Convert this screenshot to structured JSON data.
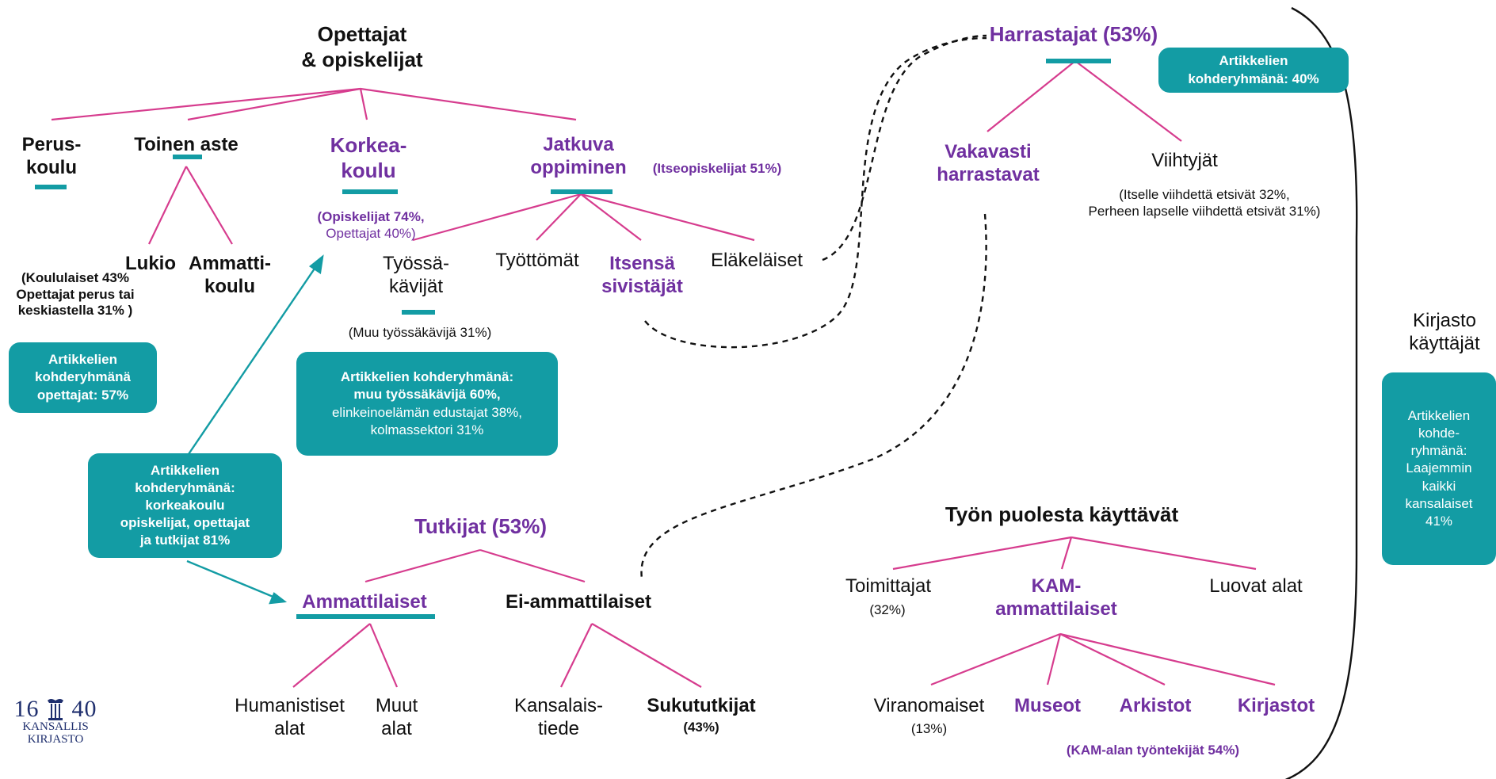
{
  "colors": {
    "line": "#d63c8e",
    "accent": "#139ca4",
    "purple": "#7030a0",
    "text": "#111111",
    "dash": "#111111"
  },
  "teachers": {
    "title": [
      "Opettajat",
      "& opiskelijat"
    ],
    "peruskoulu": [
      "Perus-",
      "koulu"
    ],
    "toinen_aste": "Toinen aste",
    "lukio": "Lukio",
    "ammattikoulu": [
      "Ammatti-",
      "koulu"
    ],
    "school_stats": [
      "(Koululaiset 43%",
      "Opettajat perus tai",
      "keskiastella 31% )"
    ],
    "korkeakoulu": [
      "Korkea-",
      "koulu"
    ],
    "korkeakoulu_stats": [
      "(Opiskelijat 74%,",
      "Opettajat 40%)"
    ],
    "jatkuva": [
      "Jatkuva",
      "oppiminen"
    ],
    "itseopiskelijat": "(Itseopiskelijat 51%)",
    "tyossakavijat": [
      "Työssä-",
      "kävijät"
    ],
    "tyottomat": "Työttömät",
    "itsensa": [
      "Itsensä",
      "sivistäjät"
    ],
    "elakelaiset": "Eläkeläiset",
    "muu_tyossakavija": "(Muu työssäkävijä 31%)"
  },
  "boxes": {
    "opettajat": [
      "Artikkelien",
      "kohderyhmänä",
      "opettajat: 57%"
    ],
    "tyossakavijat": [
      "Artikkelien kohderyhmänä:",
      "muu työssäkävijä 60%,",
      "elinkeinoelämän edustajat 38%,",
      "kolmassektori 31%"
    ],
    "korkeakoulu": [
      "Artikkelien",
      "kohderyhmänä:",
      "korkeakoulu",
      "opiskelijat, opettajat",
      "ja tutkijat 81%"
    ],
    "harrastajat": [
      "Artikkelien",
      "kohderyhmänä: 40%"
    ],
    "kirjasto": [
      "Artikkelien",
      "kohde-",
      "ryhmänä:",
      "Laajemmin",
      "kaikki",
      "kansalaiset",
      "41%"
    ]
  },
  "hobbyists": {
    "title": "Harrastajat (53%)",
    "vakavasti": [
      "Vakavasti",
      "harrastavat"
    ],
    "viihtyjat": "Viihtyjät",
    "viihtyjat_stats": [
      "(Itselle viihdettä etsivät 32%,",
      "Perheen lapselle viihdettä etsivät 31%)"
    ]
  },
  "researchers": {
    "title": "Tutkijat (53%)",
    "ammattilaiset": "Ammattilaiset",
    "ei_ammattilaiset": "Ei-ammattilaiset",
    "humanistiset": [
      "Humanistiset",
      "alat"
    ],
    "muut": [
      "Muut",
      "alat"
    ],
    "kansalaistiede": [
      "Kansalais-",
      "tiede"
    ],
    "sukututkijat": "Sukututkijat",
    "sukututkijat_pct": "(43%)"
  },
  "work": {
    "title": "Työn puolesta käyttävät",
    "toimittajat": "Toimittajat",
    "toimittajat_pct": "(32%)",
    "kam": [
      "KAM-",
      "ammattilaiset"
    ],
    "luovat": "Luovat alat",
    "viranomaiset": "Viranomaiset",
    "viranomaiset_pct": "(13%)",
    "museot": "Museot",
    "arkistot": "Arkistot",
    "kirjastot": "Kirjastot",
    "kam_stats": "(KAM-alan työntekijät 54%)"
  },
  "library_users": [
    "Kirjasto",
    "käyttäjät"
  ],
  "logo": {
    "year_left": "16",
    "year_right": "40",
    "name": [
      "KANSALLIS",
      "KIRJASTO"
    ]
  }
}
